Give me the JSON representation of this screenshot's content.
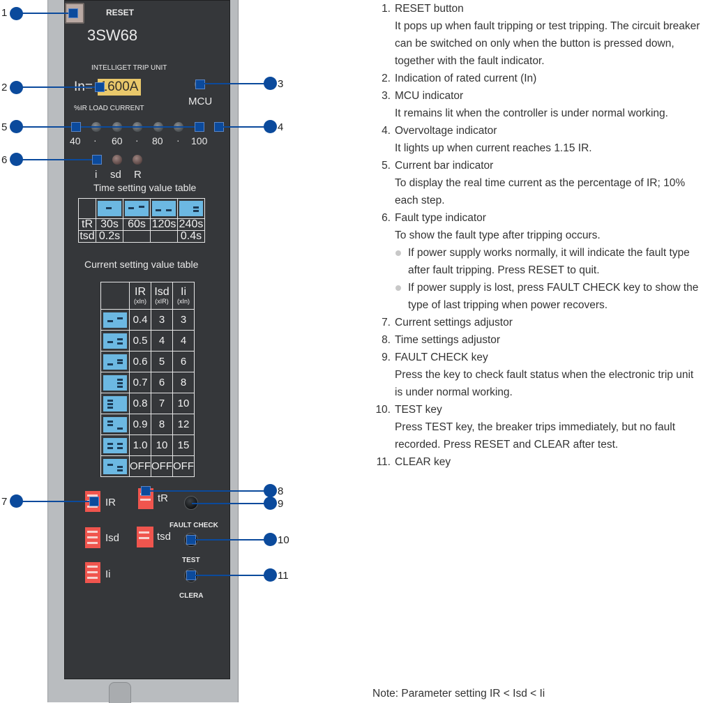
{
  "panel": {
    "reset_label": "RESET",
    "model": "3SW68",
    "trip_unit_label": "INTELLIGET TRIP UNIT",
    "in_label": "In=",
    "in_value": "1600A",
    "mcu_label": "MCU",
    "load_current_label": "%IR  LOAD CURRENT",
    "scale": [
      "40",
      "·",
      "60",
      "·",
      "80",
      "·",
      "100"
    ],
    "fault_labels": [
      "i",
      "sd",
      "R"
    ],
    "time_table_title": "Time setting value table",
    "current_table_title": "Current  setting value table",
    "fault_check_label": "FAULT CHECK",
    "test_label": "TEST",
    "clear_label": "CLERA",
    "switch_labels": {
      "ir": "IR",
      "isd": "Isd",
      "ii": "Ii",
      "tr": "tR",
      "tsd": "tsd"
    }
  },
  "time_table": {
    "rows": [
      {
        "label": "tR",
        "values": [
          "30s",
          "60s",
          "120s",
          "240s"
        ]
      },
      {
        "label": "tsd",
        "values": [
          "0.2s",
          "",
          "",
          "0.4s"
        ]
      }
    ]
  },
  "current_table": {
    "headers": [
      {
        "main": "IR",
        "sub": "(xIn)"
      },
      {
        "main": "Isd",
        "sub": "(xIR)"
      },
      {
        "main": "Ii",
        "sub": "(xIn)"
      }
    ],
    "rows": [
      [
        "0.4",
        "3",
        "3"
      ],
      [
        "0.5",
        "4",
        "4"
      ],
      [
        "0.6",
        "5",
        "6"
      ],
      [
        "0.7",
        "6",
        "8"
      ],
      [
        "0.8",
        "7",
        "10"
      ],
      [
        "0.9",
        "8",
        "12"
      ],
      [
        "1.0",
        "10",
        "15"
      ],
      [
        "OFF",
        "OFF",
        "OFF"
      ]
    ]
  },
  "callout_numbers": [
    "1",
    "2",
    "3",
    "4",
    "5",
    "6",
    "7",
    "8",
    "9",
    "10",
    "11"
  ],
  "descriptions": [
    {
      "num": "1.",
      "title": "RESET button",
      "body": [
        "It pops up when fault tripping or test tripping. The circuit breaker",
        "can be switched on only when the button is pressed down,",
        "together with the fault indicator."
      ]
    },
    {
      "num": "2.",
      "title": "Indication of rated current (In)",
      "body": []
    },
    {
      "num": "3.",
      "title": "MCU indicator",
      "body": [
        "It remains lit when the controller is under normal working."
      ]
    },
    {
      "num": "4.",
      "title": "Overvoltage indicator",
      "body": [
        "It lights up when current reaches 1.15 IR."
      ]
    },
    {
      "num": "5.",
      "title": "Current bar indicator",
      "body": [
        "To display the real time current as the percentage of IR; 10%",
        "each step."
      ]
    },
    {
      "num": "6.",
      "title": "Fault type indicator",
      "body": [
        "To show the fault type after tripping occurs."
      ],
      "bullets": [
        [
          "If power supply works normally, it will indicate the fault type",
          "after fault tripping. Press RESET to quit."
        ],
        [
          "If power supply is lost, press FAULT CHECK key to show the",
          "type of last tripping when power recovers."
        ]
      ]
    },
    {
      "num": "7.",
      "title": "Current settings adjustor",
      "body": []
    },
    {
      "num": "8.",
      "title": "Time settings adjustor",
      "body": []
    },
    {
      "num": "9.",
      "title": "FAULT CHECK key",
      "body": [
        "Press the key to check fault status when the electronic trip unit",
        "is under normal working."
      ]
    },
    {
      "num": "10.",
      "title": "TEST key",
      "body": [
        "Press TEST key, the breaker trips immediately, but no fault",
        "recorded. Press RESET and CLEAR after test."
      ]
    },
    {
      "num": "11.",
      "title": "CLEAR key",
      "body": []
    }
  ],
  "note": "Note: Parameter setting IR < Isd < Ii",
  "colors": {
    "callout": "#0b4a9c",
    "panel": "#35373a",
    "lcd": "#e9c86b",
    "dip_blue": "#6cb8e2",
    "dip_red": "#f0554e"
  }
}
